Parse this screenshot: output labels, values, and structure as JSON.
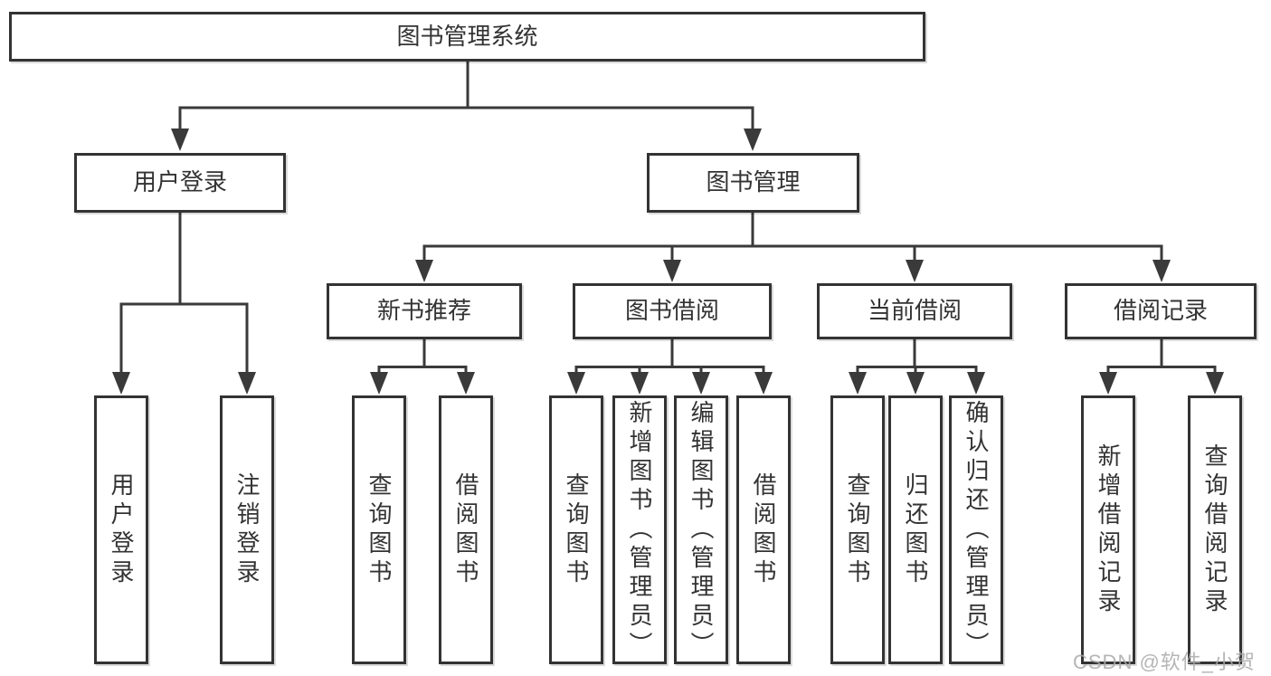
{
  "diagram": {
    "root": {
      "label": "图书管理系统"
    },
    "level2": [
      {
        "label": "用户登录"
      },
      {
        "label": "图书管理"
      }
    ],
    "level3": [
      {
        "label": "新书推荐"
      },
      {
        "label": "图书借阅"
      },
      {
        "label": "当前借阅"
      },
      {
        "label": "借阅记录"
      }
    ],
    "leaves": {
      "user_login": [
        "用户登录",
        "注销登录"
      ],
      "new_books": [
        "查询图书",
        "借阅图书"
      ],
      "borrow": [
        "查询图书",
        "新增图书（管理员）",
        "编辑图书（管理员）",
        "借阅图书"
      ],
      "current": [
        "查询图书",
        "归还图书",
        "确认归还（管理员）"
      ],
      "records": [
        "新增借阅记录",
        "查询借阅记录"
      ]
    }
  },
  "watermark": {
    "text": "CSDN @软件_小贺同学"
  },
  "colors": {
    "line": "#3a3a3a",
    "border": "#333333",
    "text": "#333333",
    "background": "#ffffff",
    "watermark": "#a8a8a8"
  }
}
